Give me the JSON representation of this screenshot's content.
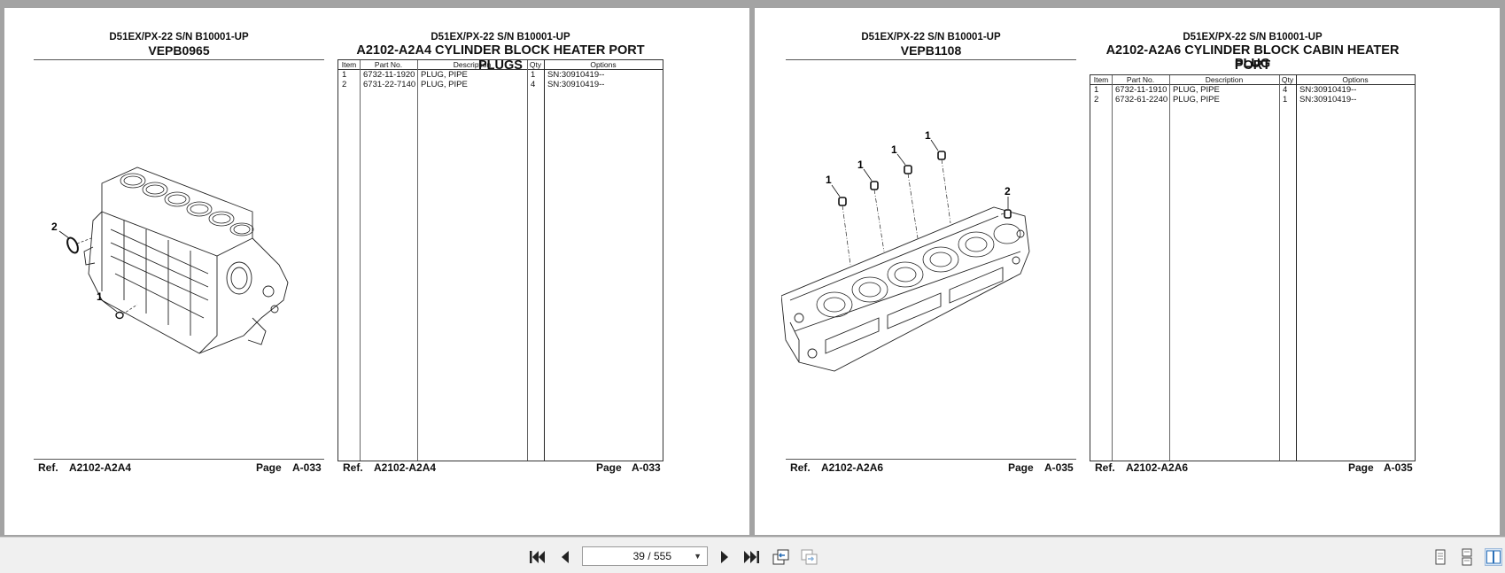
{
  "pages": [
    {
      "model": "D51EX/PX-22 S/N B10001-UP",
      "code": "VEPB0965",
      "table_model": "D51EX/PX-22 S/N B10001-UP",
      "title": "A2102-A2A4 CYLINDER BLOCK HEATER PORT PLUGS",
      "headers": {
        "item": "Item",
        "part_no": "Part No.",
        "description": "Description",
        "qty": "Qty",
        "options": "Options"
      },
      "rows": [
        {
          "item": "1",
          "part_no": "6732-11-1920",
          "description": "PLUG, PIPE",
          "qty": "1",
          "options": "SN:30910419--"
        },
        {
          "item": "2",
          "part_no": "6731-22-7140",
          "description": "PLUG, PIPE",
          "qty": "4",
          "options": "SN:30910419--"
        }
      ],
      "callouts": [
        "2",
        "1"
      ],
      "footer_left": {
        "ref_label": "Ref.",
        "ref_value": "A2102-A2A4",
        "page_label": "Page",
        "page_value": "A-033"
      },
      "footer_right": {
        "ref_label": "Ref.",
        "ref_value": "A2102-A2A4",
        "page_label": "Page",
        "page_value": "A-033"
      }
    },
    {
      "model": "D51EX/PX-22 S/N B10001-UP",
      "code": "VEPB1108",
      "table_model": "D51EX/PX-22 S/N B10001-UP",
      "title_line1": "A2102-A2A6 CYLINDER BLOCK CABIN HEATER PORT",
      "title_line2": "PLUG",
      "headers": {
        "item": "Item",
        "part_no": "Part No.",
        "description": "Description",
        "qty": "Qty",
        "options": "Options"
      },
      "rows": [
        {
          "item": "1",
          "part_no": "6732-11-1910",
          "description": "PLUG, PIPE",
          "qty": "4",
          "options": "SN:30910419--"
        },
        {
          "item": "2",
          "part_no": "6732-61-2240",
          "description": "PLUG, PIPE",
          "qty": "1",
          "options": "SN:30910419--"
        }
      ],
      "callouts": [
        "1",
        "1",
        "1",
        "1",
        "2"
      ],
      "footer_left": {
        "ref_label": "Ref.",
        "ref_value": "A2102-A2A6",
        "page_label": "Page",
        "page_value": "A-035"
      },
      "footer_right": {
        "ref_label": "Ref.",
        "ref_value": "A2102-A2A6",
        "page_label": "Page",
        "page_value": "A-035"
      }
    }
  ],
  "toolbar": {
    "page_indicator": "39 / 555",
    "icons": [
      "first-page-icon",
      "previous-page-icon",
      "next-page-icon",
      "last-page-icon",
      "go-back-icon",
      "go-forward-icon",
      "single-page-view-icon",
      "continuous-view-icon",
      "two-page-view-icon"
    ],
    "active_view": "two-page-view-icon"
  },
  "colors": {
    "viewer_bg": "#a3a3a3",
    "toolbar_bg": "#f0f0f0",
    "active_view_bg": "#d7e6f5"
  }
}
